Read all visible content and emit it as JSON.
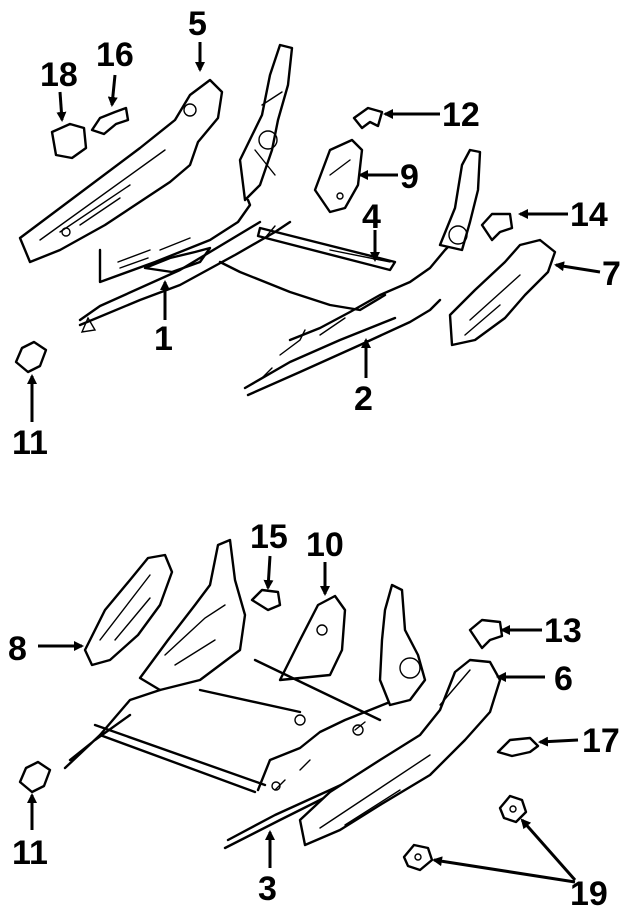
{
  "callouts": {
    "c1": "1",
    "c2": "2",
    "c3": "3",
    "c4": "4",
    "c5": "5",
    "c6": "6",
    "c7": "7",
    "c8": "8",
    "c9": "9",
    "c10": "10",
    "c11a": "11",
    "c11b": "11",
    "c12": "12",
    "c13": "13",
    "c14": "14",
    "c15": "15",
    "c16": "16",
    "c17": "17",
    "c18": "18",
    "c19": "19"
  }
}
